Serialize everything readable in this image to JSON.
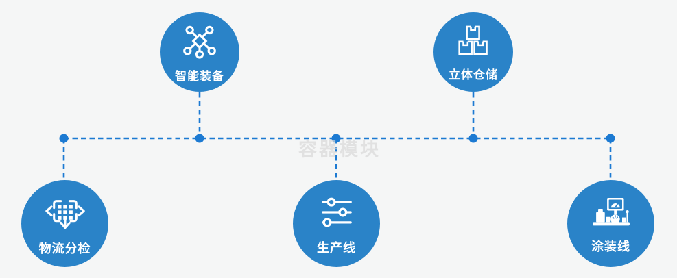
{
  "diagram": {
    "watermark_text": "容器模块",
    "nodes": [
      {
        "id": "smart-equipment",
        "label": "智能装备",
        "icon": "network-nodes-icon",
        "position": "top-left"
      },
      {
        "id": "warehouse",
        "label": "立体仓储",
        "icon": "stacked-boxes-icon",
        "position": "top-right"
      },
      {
        "id": "sorting",
        "label": "物流分检",
        "icon": "sorting-arrows-icon",
        "position": "bottom-left"
      },
      {
        "id": "production",
        "label": "生产线",
        "icon": "sliders-icon",
        "position": "bottom-center"
      },
      {
        "id": "painting",
        "label": "涂装线",
        "icon": "machine-monitor-icon",
        "position": "bottom-right"
      }
    ],
    "colors": {
      "background": "#f5f6f6",
      "node_fill": "#2a83c8",
      "connector_line": "#1c7ad2",
      "junction_dot": "#1c7ad2",
      "label_text": "#ffffff",
      "watermark_text_color": "#d9d9d9"
    }
  }
}
